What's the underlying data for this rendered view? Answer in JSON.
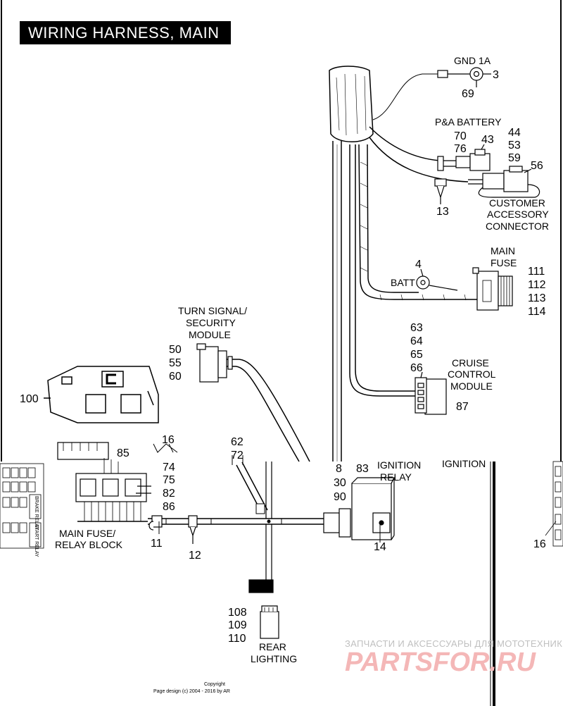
{
  "title": "WIRING HARNESS, MAIN",
  "labels": {
    "gnd": "GND 1A",
    "pa_battery": "P&A BATTERY",
    "customer_1": "CUSTOMER",
    "customer_2": "ACCESSORY",
    "customer_3": "CONNECTOR",
    "main_fuse_1": "MAIN",
    "main_fuse_2": "FUSE",
    "batt": "BATT",
    "turn_1": "TURN SIGNAL/",
    "turn_2": "SECURITY",
    "turn_3": "MODULE",
    "cruise_1": "CRUISE",
    "cruise_2": "CONTROL",
    "cruise_3": "MODULE",
    "ign_1": "IGNITION",
    "ign_2": "RELAY",
    "ign_cut": "IGNITION",
    "mfrb_1": "MAIN FUSE/",
    "mfrb_2": "RELAY BLOCK",
    "rear_1": "REAR",
    "rear_2": "LIGHTING",
    "relay_brake": "BRAKE RELAY",
    "relay_start": "START RELAY"
  },
  "callouts": {
    "c3": "3",
    "c69": "69",
    "c70": "70",
    "c76": "76",
    "c43": "43",
    "c44": "44",
    "c53": "53",
    "c59": "59",
    "c56": "56",
    "c13": "13",
    "c4": "4",
    "c111": "111",
    "c112": "112",
    "c113": "113",
    "c114": "114",
    "c50": "50",
    "c55": "55",
    "c60": "60",
    "c63": "63",
    "c64": "64",
    "c65": "65",
    "c66": "66",
    "c87": "87",
    "c100": "100",
    "c16": "16",
    "c85": "85",
    "c74": "74",
    "c75": "75",
    "c82": "82",
    "c86": "86",
    "c62": "62",
    "c72": "72",
    "c8": "8",
    "c83": "83",
    "c30": "30",
    "c90": "90",
    "c11": "11",
    "c12": "12",
    "c14": "14",
    "c108": "108",
    "c109": "109",
    "c110": "110",
    "c16b": "16"
  },
  "footer": {
    "copyright": "Copyright",
    "page_design": "Page design (c) 2004 - 2016 by AR"
  },
  "watermark": {
    "line1": "ЗАПЧАСТИ И АКСЕССУАРЫ ДЛЯ МОТОТЕХНИКИ",
    "line2": "PARTSFOR.RU"
  },
  "colors": {
    "ink": "#000000",
    "paper": "#ffffff",
    "watermark": "#f4b7b7"
  }
}
